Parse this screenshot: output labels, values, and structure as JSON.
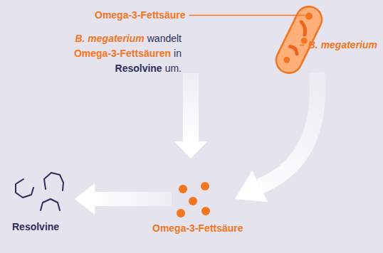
{
  "diagram": {
    "labels": [
      "Omega-3-Fettsäure",
      "B. megaterium",
      "wandelt",
      "Omega-3-Fettsäuren",
      "in",
      "Resolvine",
      "um.",
      "B. megaterium",
      "Resolvine",
      "Omega-3-Fettsäure"
    ]
  }
}
